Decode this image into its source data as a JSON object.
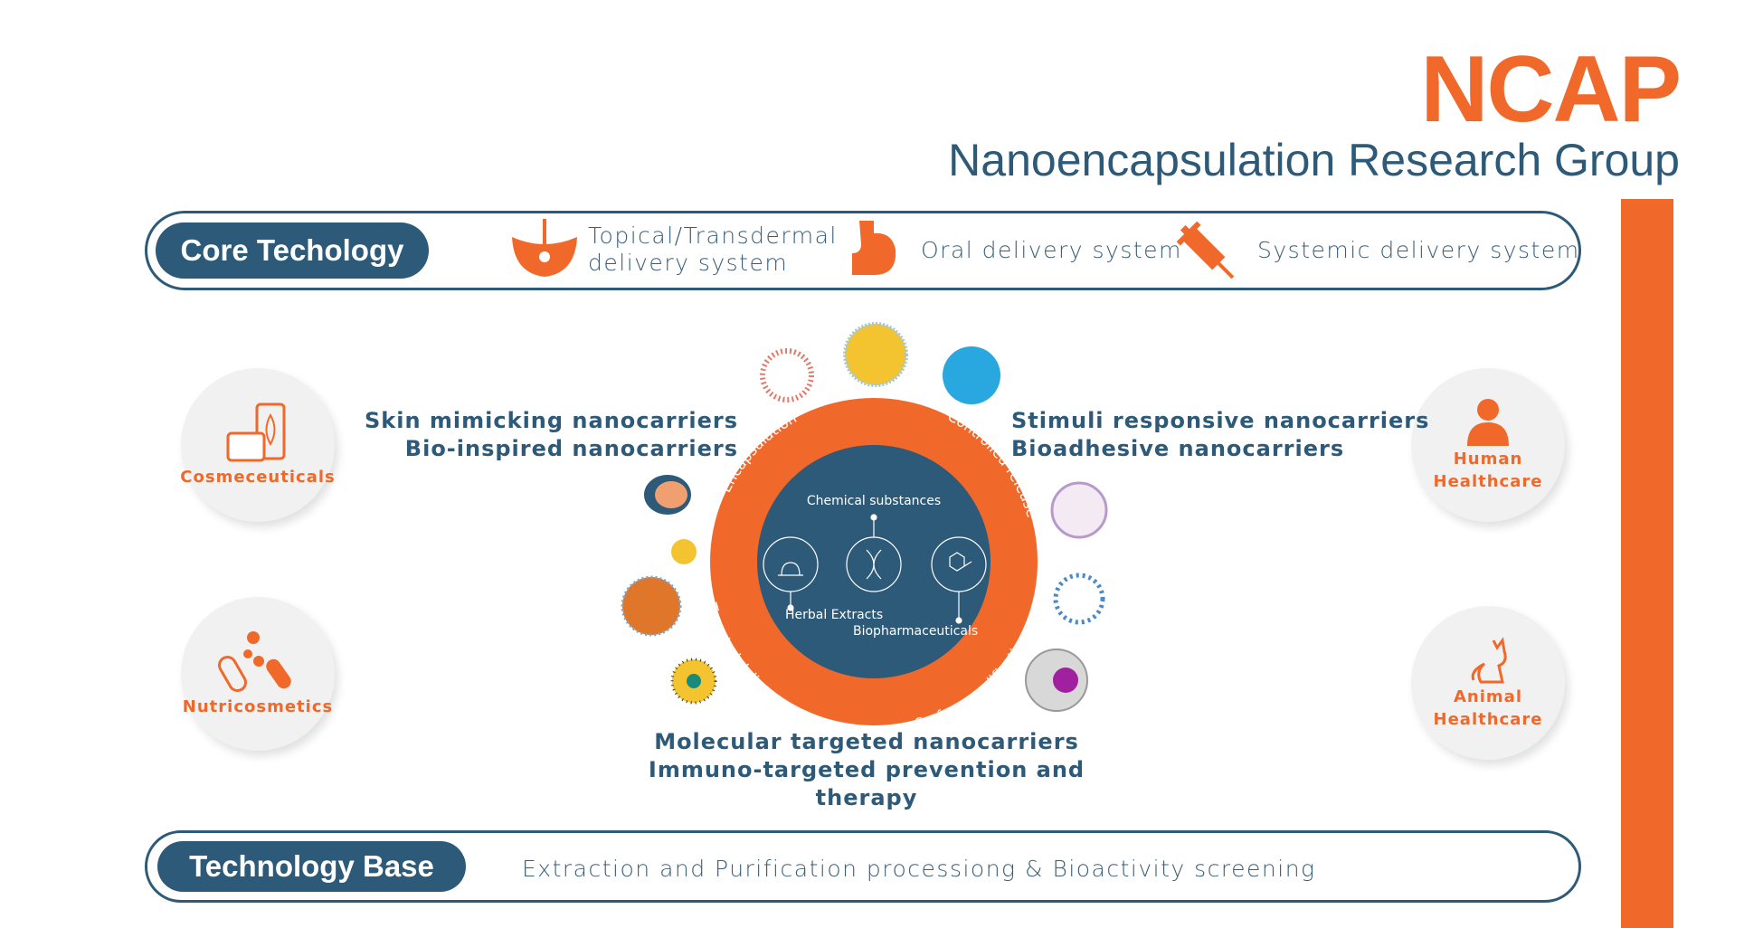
{
  "header": {
    "title": "NCAP",
    "subtitle": "Nanoencapsulation Research Group"
  },
  "core": {
    "label": "Core Techology",
    "items": [
      {
        "icon": "skin-icon",
        "text1": "Topical/Transdermal",
        "text2": "delivery system"
      },
      {
        "icon": "stomach-icon",
        "text1": "Oral delivery system"
      },
      {
        "icon": "syringe-icon",
        "text1": "Systemic delivery system"
      }
    ]
  },
  "applications": {
    "left": [
      "Cosmeceuticals",
      "Nutricosmetics"
    ],
    "right": [
      [
        "Human",
        "Healthcare"
      ],
      [
        "Animal",
        "Healthcare"
      ]
    ]
  },
  "nanocarriers": {
    "left": [
      "Skin mimicking nanocarriers",
      "Bio-inspired nanocarriers"
    ],
    "right": [
      "Stimuli responsive nanocarriers",
      "Bioadhesive nanocarriers"
    ],
    "bottom": [
      "Molecular targeted nanocarriers",
      "Immuno-targeted prevention and therapy"
    ]
  },
  "ring": {
    "top_left": "Encapsulation",
    "top_right": "Controlled release",
    "bottom_left": "Targeted delivery",
    "bottom_right": "Surface modification"
  },
  "core_circle": {
    "top": "Chemical substances",
    "left": "Herbal Extracts",
    "right": "Biopharmaceuticals"
  },
  "base": {
    "label": "Technology Base",
    "text": "Extraction and Purification processiong & Bioactivity screening"
  },
  "colors": {
    "orange": "#f0692a",
    "navy": "#2c5a78"
  }
}
